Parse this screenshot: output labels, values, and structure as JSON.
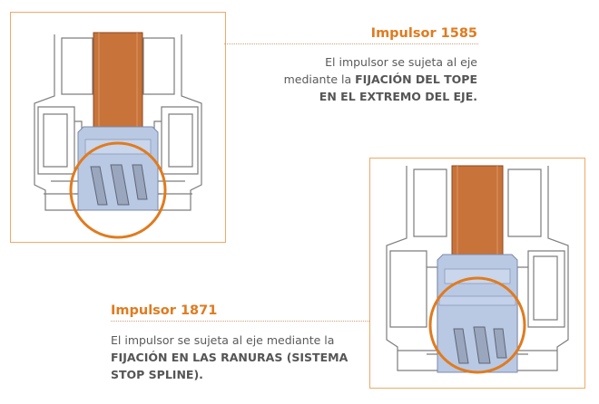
{
  "colors": {
    "accent": "#e07b1f",
    "panel_border": "#f0a868",
    "shaft": "#c8733a",
    "impeller": "#b9c9e4",
    "outline": "#7d7d7d"
  },
  "impulsor_1585": {
    "title": "Impulsor 1585",
    "desc_plain_1": "El impulsor se sujeta al eje",
    "desc_plain_2": "mediante la ",
    "desc_bold_1": "FIJACIÓN DEL TOPE",
    "desc_bold_2": "EN EL EXTREMO DEL EJE."
  },
  "impulsor_1871": {
    "title": "Impulsor 1871",
    "desc_plain_1": "El impulsor se sujeta al eje mediante la",
    "desc_bold_1": "FIJACIÓN EN LAS RANURAS (SISTEMA",
    "desc_bold_2": "STOP SPLINE)."
  }
}
